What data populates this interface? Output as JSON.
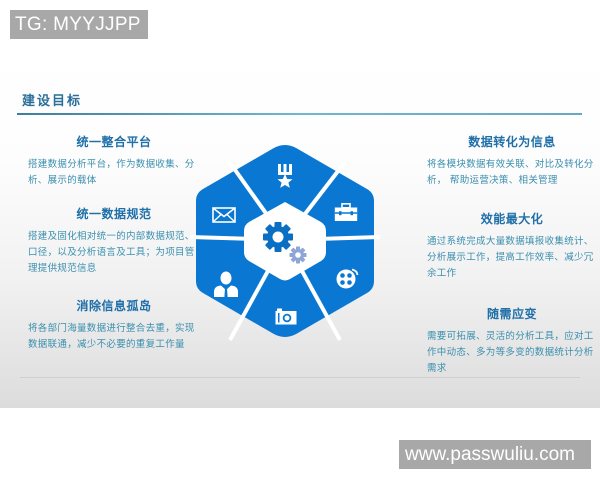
{
  "watermarks": {
    "top": "TG: MYYJJPP",
    "bottom": "www.passwuliu.com"
  },
  "slide": {
    "title": "建设目标",
    "colors": {
      "accent_blue": "#0a78d2",
      "heading_blue": "#1f6fa8",
      "body_teal": "#3a8fae",
      "rule": "#3c7f9c"
    },
    "left_blocks": [
      {
        "heading": "统一整合平台",
        "body": "搭建数据分析平台，作为数据收集、分析、展示的载体"
      },
      {
        "heading": "统一数据规范",
        "body": "搭建及固化相对统一的内部数据规范、口径，以及分析语言及工具；为项目管理提供规范信息"
      },
      {
        "heading": "消除信息孤岛",
        "body": "将各部门海量数据进行整合去重，实现数据联通，减少不必要的重复工作量"
      }
    ],
    "right_blocks": [
      {
        "heading": "数据转化为信息",
        "body": "将各模块数据有效关联、对比及转化分析， 帮助运营决策、相关管理"
      },
      {
        "heading": "效能最大化",
        "body": "通过系统完成大量数据填报收集统计、分析展示工作，提高工作效率、减少冗余工作"
      },
      {
        "heading": "随需应变",
        "body": "需要可拓展、灵活的分析工具，应对工作中动态、多为等多变的数据统计分析需求"
      }
    ],
    "hexagon": {
      "center_icon": "gears-icon",
      "segments": [
        {
          "position": "top",
          "icon": "medal-icon"
        },
        {
          "position": "upper-right",
          "icon": "briefcase-icon"
        },
        {
          "position": "lower-right",
          "icon": "film-reel-icon"
        },
        {
          "position": "bottom",
          "icon": "camera-icon"
        },
        {
          "position": "lower-left",
          "icon": "user-icon"
        },
        {
          "position": "upper-left",
          "icon": "envelope-icon"
        }
      ]
    }
  }
}
